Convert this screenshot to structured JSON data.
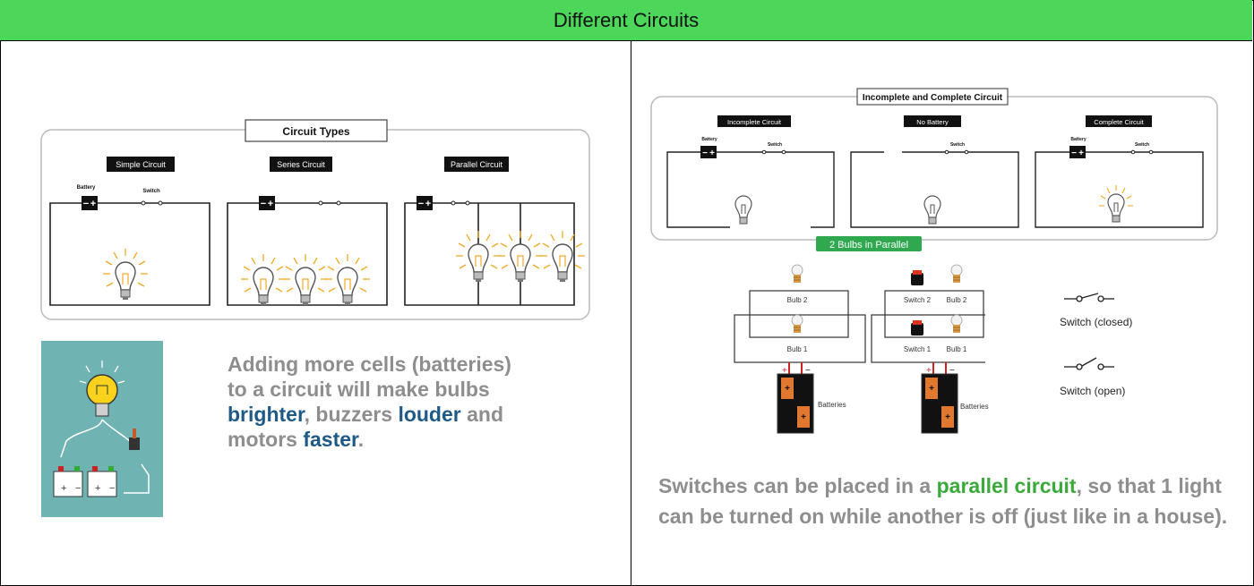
{
  "header": {
    "title": "Different Circuits"
  },
  "left": {
    "diagram_title": "Circuit Types",
    "simple_label": "Simple Circuit",
    "series_label": "Series Circuit",
    "parallel_label": "Parallel Circuit",
    "battery_label": "Battery",
    "switch_label": "Switch",
    "para_part1": "Adding more cells (batteries) to a circuit will make bulbs ",
    "word_brighter": "brighter",
    "para_part2": ", buzzers ",
    "word_louder": "louder",
    "para_part3": " and motors ",
    "word_faster": "faster",
    "para_part4": "."
  },
  "right": {
    "diagram_title": "Incomplete and Complete Circuit",
    "incomplete_label": "Incomplete Circuit",
    "nobattery_label": "No Battery",
    "complete_label": "Complete Circuit",
    "battery_label": "Battery",
    "switch_label": "Switch",
    "parallel_badge": "2 Bulbs in Parallel",
    "bulb1": "Bulb 1",
    "bulb2": "Bulb 2",
    "switch1": "Switch 1",
    "switch2": "Switch 2",
    "batteries": "Batteries",
    "switch_closed": "Switch (closed)",
    "switch_open": "Switch (open)",
    "plus": "+",
    "minus": "−",
    "para_part1": "Switches can be placed in a ",
    "word_parallel": "parallel circuit",
    "para_part2": ", so that 1 light can be turned on while another is off (just like in a house)."
  },
  "colors": {
    "header_bg": "#4cd65a",
    "highlight_blue": "#1f5a86",
    "highlight_green": "#3aaa3a",
    "badge_green": "#2fa84f",
    "illustration_bg": "#6fb3b3"
  }
}
